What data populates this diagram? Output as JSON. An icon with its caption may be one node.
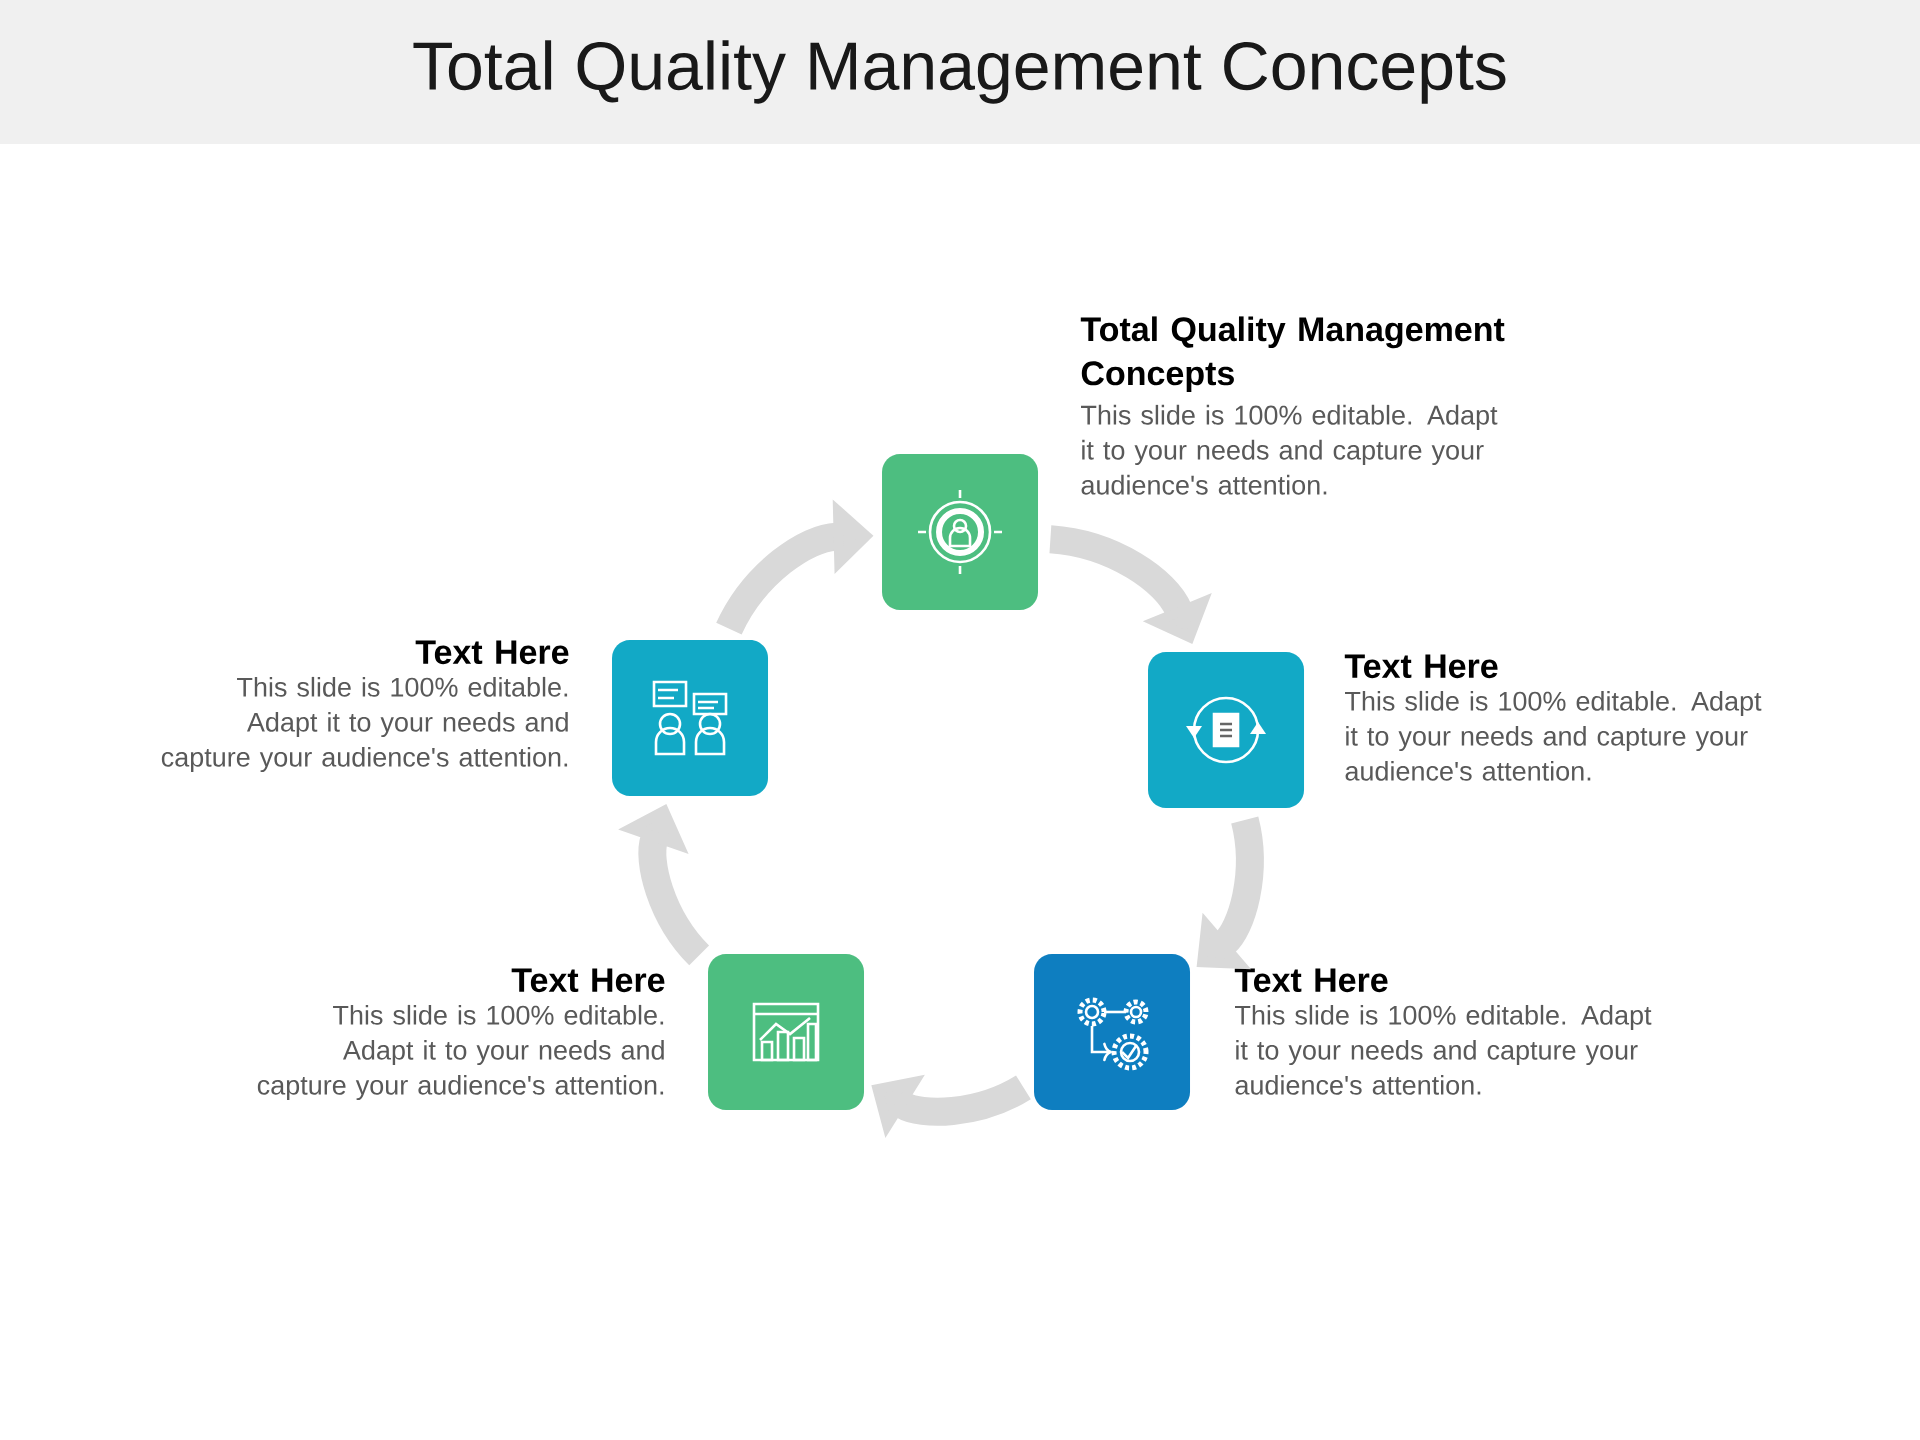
{
  "diagram": {
    "title": "Total Quality Management Concepts",
    "nodes": [
      {
        "text": [
          "Total Quality Management Concepts",
          "This slide is 100% editable. Adapt it to your needs and capture your audience's attention."
        ]
      },
      {
        "text": [
          "Text Here",
          "This slide is 100% editable. Adapt it to your needs and capture your audience's attention."
        ]
      },
      {
        "text": [
          "Text Here",
          "This slide is 100% editable. Adapt it to your needs and capture your audience's attention."
        ]
      },
      {
        "text": [
          "Text Here",
          "This slide is 100% editable. Adapt it to your needs and capture your audience's attention."
        ]
      },
      {
        "text": [
          "Text Here",
          "This slide is 100% editable. Adapt it to your needs and capture your audience's attention."
        ]
      }
    ],
    "edges": [
      {
        "from": 0,
        "to": 1,
        "arrow": "to"
      },
      {
        "from": 1,
        "to": 2,
        "arrow": "to"
      },
      {
        "from": 2,
        "to": 3,
        "arrow": "to"
      },
      {
        "from": 3,
        "to": 4,
        "arrow": "to"
      },
      {
        "from": 4,
        "to": 0,
        "arrow": "to"
      }
    ]
  }
}
